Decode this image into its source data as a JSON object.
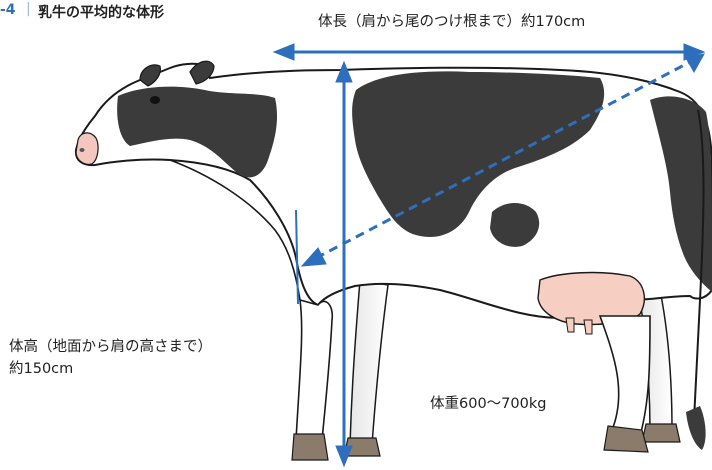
{
  "figure": {
    "number": "-4",
    "separator": "|",
    "title": "乳牛の平均的な体形"
  },
  "labels": {
    "body_length": "体長（肩から尾のつけ根まで）約170cm",
    "body_height_line1": "体高（地面から肩の高さまで）",
    "body_height_line2": "約150cm",
    "body_weight": "体重600〜700kg"
  },
  "colors": {
    "arrow": "#2e6fbd",
    "spots": "#3b3b3b",
    "udder": "#f7cfc2",
    "nose": "#f3c7bd",
    "hoof": "#8a7b6a",
    "outline": "#1a1a1a"
  }
}
